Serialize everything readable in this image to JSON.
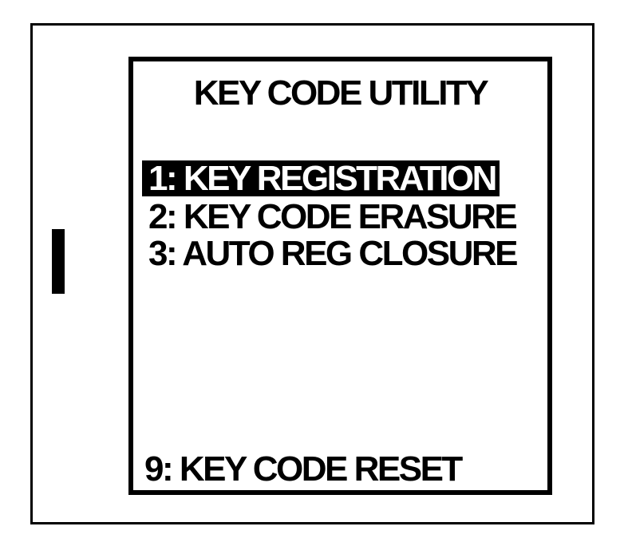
{
  "device_screen": {
    "title": "KEY CODE UTILITY",
    "menu_items": [
      {
        "label": "1: KEY REGISTRATION",
        "highlighted": true
      },
      {
        "label": "2: KEY CODE ERASURE",
        "highlighted": false
      },
      {
        "label": "3: AUTO REG CLOSURE",
        "highlighted": false
      }
    ],
    "footer_item": {
      "label": "9: KEY CODE RESET"
    }
  },
  "colors": {
    "foreground": "#000000",
    "background": "#ffffff",
    "highlight_background": "#000000",
    "highlight_text": "#ffffff"
  }
}
